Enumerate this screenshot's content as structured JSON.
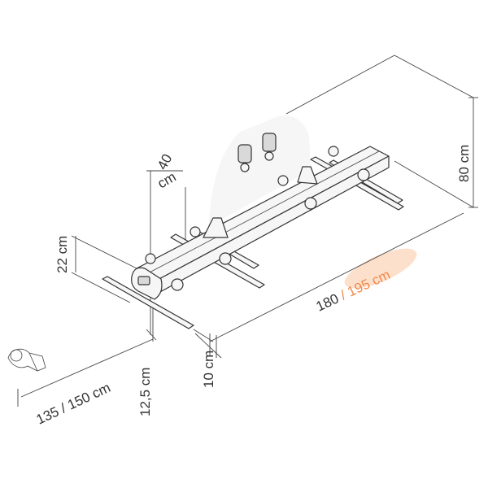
{
  "dimensions": {
    "length_main": "180",
    "length_sep": " / ",
    "length_alt": "195 cm",
    "height": "80 cm",
    "wheel_spacing": "40",
    "wheel_spacing_unit": "cm",
    "rail_height": "22 cm",
    "ball_distance": "135 / 150 cm",
    "ball_height": "12,5 cm",
    "rail_gap": "10 cm"
  },
  "colors": {
    "highlight": "#f08a4b",
    "line": "#333333"
  },
  "icons": {
    "tow_ball": "tow-ball-icon"
  }
}
